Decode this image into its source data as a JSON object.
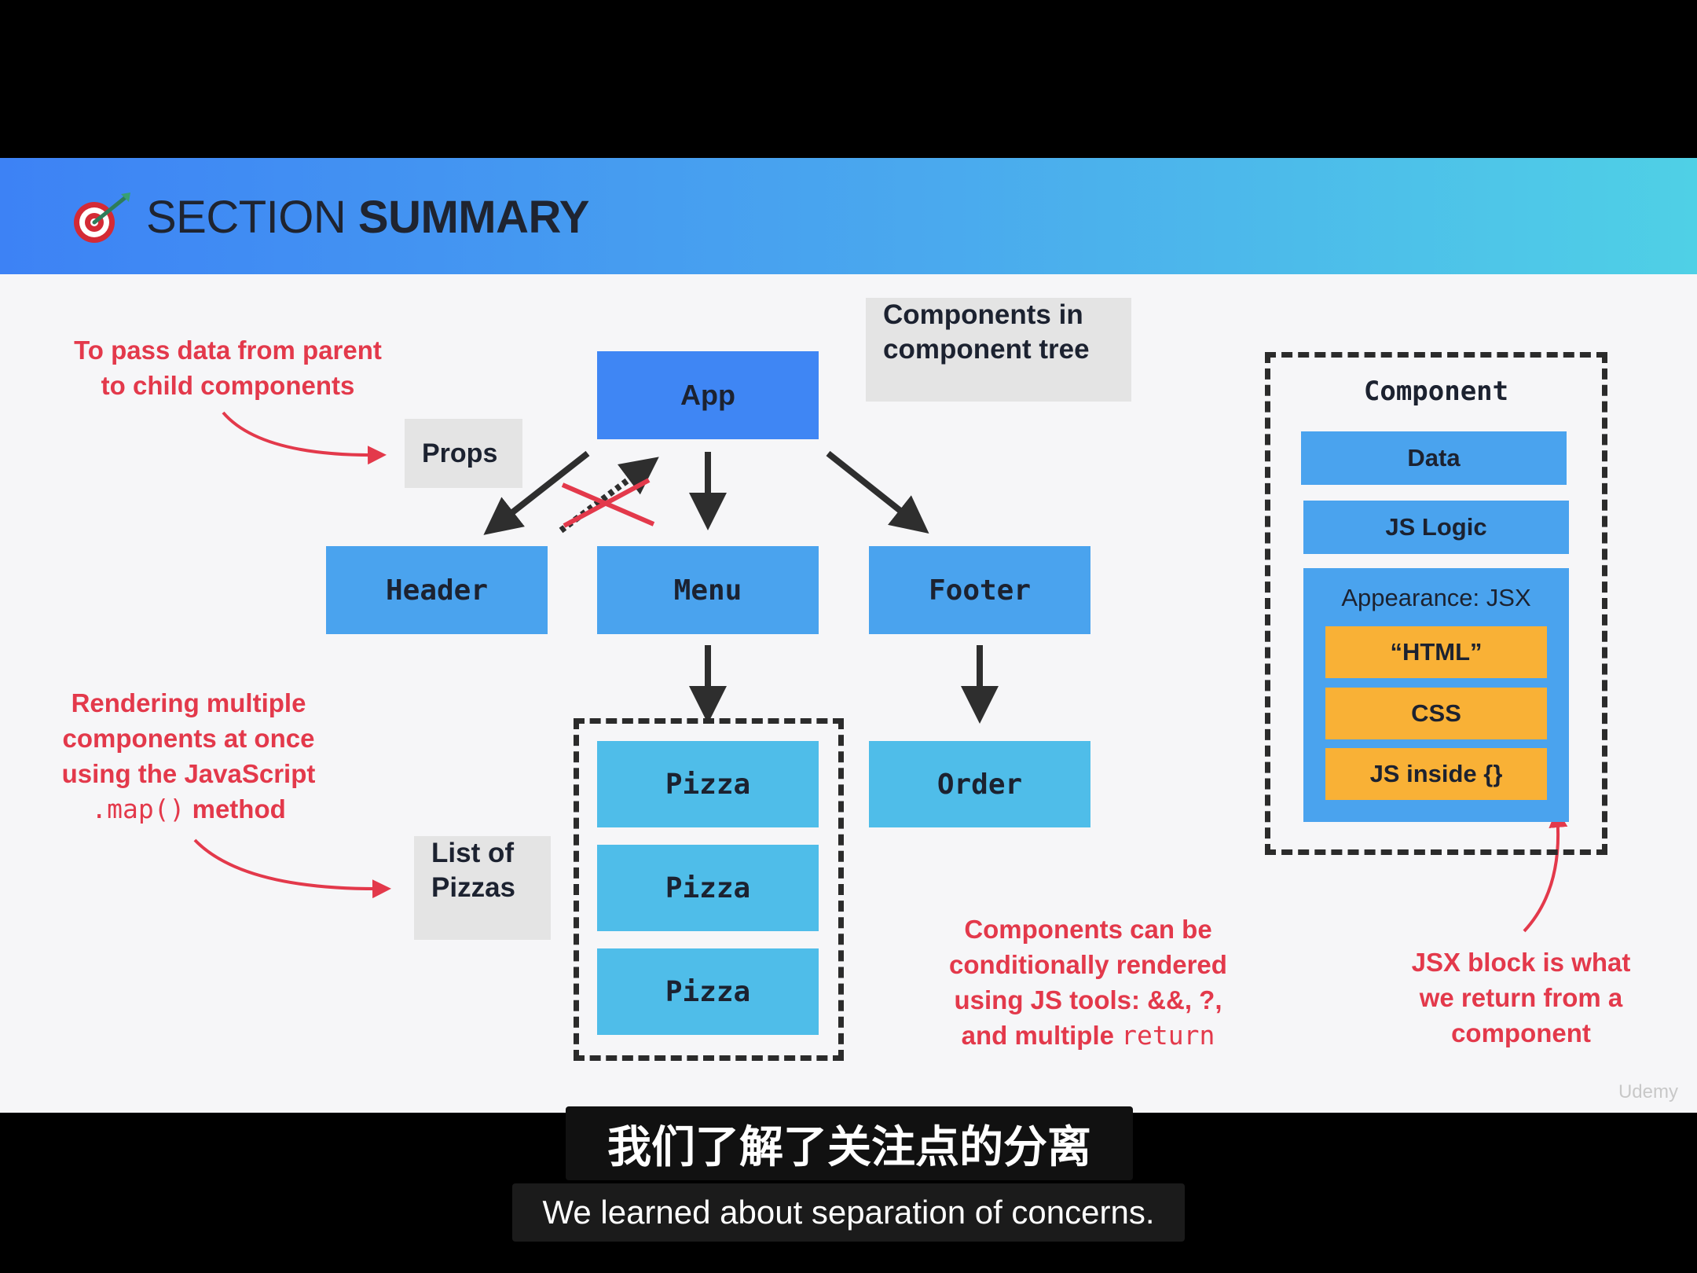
{
  "slide": {
    "title_regular": "SECTION ",
    "title_bold": "SUMMARY",
    "icon": "target-dart-icon"
  },
  "tree": {
    "app": "App",
    "header": "Header",
    "menu": "Menu",
    "footer": "Footer",
    "pizza_items": [
      "Pizza",
      "Pizza",
      "Pizza"
    ],
    "order": "Order"
  },
  "labels": {
    "props": "Props",
    "component_tree_line1": "Components in",
    "component_tree_line2": "component tree",
    "list_line1": "List of",
    "list_line2": "Pizzas"
  },
  "component_box": {
    "title": "Component",
    "data": "Data",
    "logic": "JS Logic",
    "appearance": "Appearance: JSX",
    "html": "“HTML”",
    "css": "CSS",
    "js_inside": "JS inside {}"
  },
  "notes": {
    "props_line1": "To pass data from parent",
    "props_line2": "to child components",
    "map_line1": "Rendering multiple",
    "map_line2": "components at once",
    "map_line3": "using the JavaScript",
    "map_code": ".map()",
    "map_word": " method",
    "cond_line1": "Components can be",
    "cond_line2": "conditionally rendered",
    "cond_line3": "using JS tools: &&, ?,",
    "cond_line4_text": "and multiple ",
    "cond_line4_code": "return",
    "jsx_line1": "JSX block is what",
    "jsx_line2": "we return from a",
    "jsx_line3": "component"
  },
  "subtitles": {
    "chinese": "我们了解了关注点的分离",
    "english": "We learned about separation of concerns."
  },
  "watermark": "Udemy",
  "colors": {
    "accent_red": "#e3394b",
    "app_blue": "#3f86f4",
    "node_blue": "#4aa3ee",
    "child_blue": "#4fbde9",
    "jsx_orange": "#f9b136"
  }
}
